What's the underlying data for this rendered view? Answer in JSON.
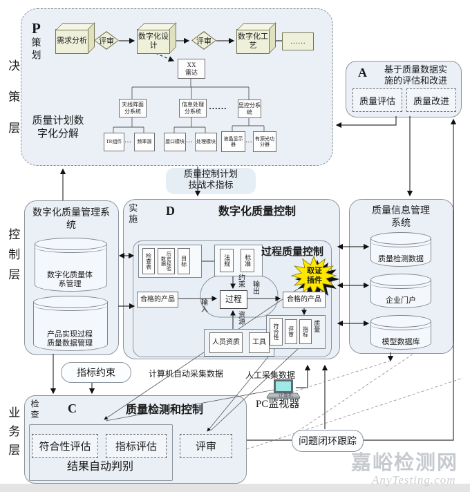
{
  "layers": {
    "decision": "决策层",
    "control": "控制层",
    "business": "业务层"
  },
  "pdca": {
    "p": "P",
    "p_label": "策划",
    "a": "A",
    "d": "D",
    "d_label": "实施",
    "c": "C",
    "c_label": "检查"
  },
  "plan": {
    "req": "需求分析",
    "review1": "评审",
    "design": "数字化设计",
    "review2": "评审",
    "craft": "数字化工艺",
    "more": "……",
    "radar_l1": "XX",
    "radar_l2": "雷达",
    "decompose": "质量计划数字化分解",
    "sub1": "天线阵面分系统",
    "sub2": "信息处理分系统",
    "subdots": "……",
    "sub3": "显控分系统",
    "leaf1": "TR组件",
    "leaf2": "频率源",
    "leaf3": "接口模块",
    "leaf4": "处理模块",
    "leaf5": "液晶显示器",
    "leaf6": "有源光功分器",
    "dots": "…"
  },
  "act": {
    "title": "基于质量数据实施的评估和改进",
    "eval": "质量评估",
    "improve": "质量改进"
  },
  "handoff": {
    "l1": "质量控制计划",
    "l2": "技战术指标"
  },
  "ctrl_left": {
    "title": "数字化质量管理系统",
    "db1": "数字化质量体系管理",
    "db2": "产品实现过程质量数据管理"
  },
  "do_sec": {
    "title": "数字化质量控制",
    "inner_title": "过程质量控制",
    "checklist": "检查表",
    "history": "历史经验数据",
    "target": "目标",
    "law": "法规",
    "standard": "标准",
    "star_l1": "取证",
    "star_l2": "插件",
    "in_prod": "合格的产品",
    "process": "过程",
    "out_prod": "合格的产品",
    "input": "输入",
    "output": "输出",
    "constraint": "约束",
    "resource": "资源",
    "personnel": "人员资质",
    "tool": "工具",
    "conformity": "符合性",
    "review": "评审",
    "indicator": "指标",
    "quality": "质量"
  },
  "info_sys": {
    "title": "质量信息管理系统",
    "db1": "质量检测数据",
    "db2": "企业门户",
    "db3": "模型数据库"
  },
  "mid": {
    "constraint_badge": "指标约束",
    "auto": "计算机自动采集数据",
    "manual": "人工采集数据",
    "computer": "计算机",
    "pc": "PC监视器"
  },
  "check": {
    "title": "质量检测和控制",
    "conf": "符合性评估",
    "ind": "指标评估",
    "review": "评审",
    "judge": "结果自动判别",
    "loop": "问题闭环跟踪"
  },
  "watermark": {
    "name": "嘉峪检测网",
    "site": "AnyTesting.com"
  },
  "colors": {
    "panel": "#ebf0f6",
    "node": "#eef0da",
    "star": "#ffe800"
  }
}
